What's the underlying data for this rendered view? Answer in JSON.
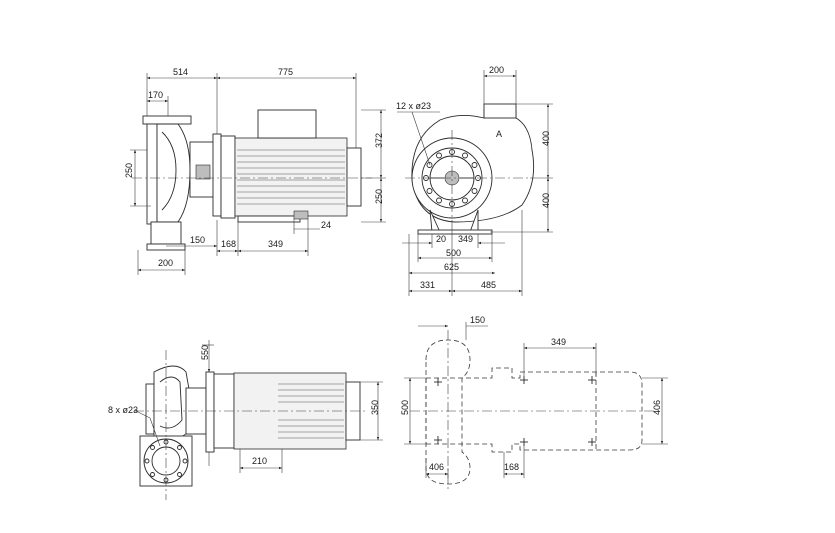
{
  "dimensions": {
    "d514": "514",
    "d775": "775",
    "d170": "170",
    "d250a": "250",
    "d150a": "150",
    "d200a": "200",
    "d168a": "168",
    "d349a": "349",
    "d24": "24",
    "d372": "372",
    "d250b": "250",
    "d200b": "200",
    "holes12": "12 x ø23",
    "d400a": "400",
    "d400b": "400",
    "d20": "20",
    "d349b": "349",
    "d500a": "500",
    "d625": "625",
    "d331": "331",
    "d485": "485",
    "markA": "A",
    "d550": "550",
    "holes8": "8 x ø23",
    "d350": "350",
    "d210": "210",
    "d150b": "150",
    "d349c": "349",
    "d500b": "500",
    "d406a": "406",
    "d168b": "168",
    "d406b": "406"
  }
}
